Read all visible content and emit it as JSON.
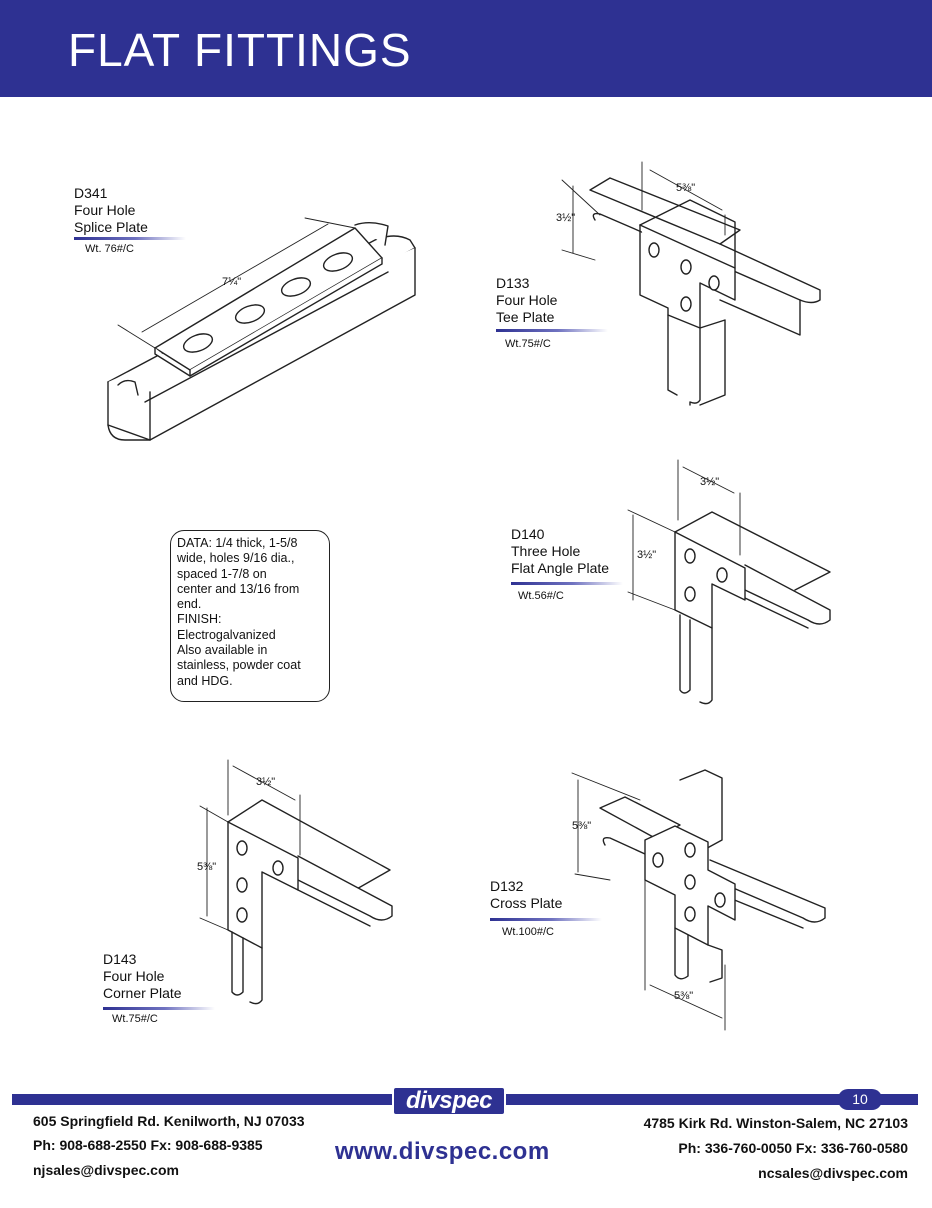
{
  "header": {
    "title": "FLAT FITTINGS"
  },
  "products": {
    "d341": {
      "code": "D341",
      "name_line1": "Four Hole",
      "name_line2": "Splice Plate",
      "weight": "Wt. 76#/C",
      "dim_length": "7¼\""
    },
    "d133": {
      "code": "D133",
      "name_line1": "Four Hole",
      "name_line2": "Tee Plate",
      "weight": "Wt.75#/C",
      "dim_width": "5⅜\"",
      "dim_height": "3½\""
    },
    "d140": {
      "code": "D140",
      "name_line1": "Three Hole",
      "name_line2": "Flat Angle Plate",
      "weight": "Wt.56#/C",
      "dim_width": "3½\"",
      "dim_height": "3½\""
    },
    "d143": {
      "code": "D143",
      "name_line1": "Four Hole",
      "name_line2": "Corner Plate",
      "weight": "Wt.75#/C",
      "dim_width": "3½\"",
      "dim_height": "5⅜\""
    },
    "d132": {
      "code": "D132",
      "name_line1": "Cross Plate",
      "weight": "Wt.100#/C",
      "dim_width": "5⅜\"",
      "dim_height": "5⅜\""
    }
  },
  "data_box": {
    "lines": [
      "DATA: 1/4 thick, 1-5/8",
      "wide, holes 9/16 dia.,",
      "spaced 1-7/8 on",
      "center and 13/16 from",
      "end.",
      "FINISH:",
      "Electrogalvanized",
      "Also available in",
      "stainless, powder coat",
      "and HDG."
    ]
  },
  "footer": {
    "logo_text": "divspec",
    "page_number": "10",
    "left": {
      "address": "605 Springfield Rd. Kenilworth, NJ 07033",
      "phone": "Ph: 908-688-2550 Fx: 908-688-9385",
      "email": "njsales@divspec.com"
    },
    "website": "www.divspec.com",
    "right": {
      "address": "4785 Kirk Rd. Winston-Salem, NC 27103",
      "phone": "Ph: 336-760-0050 Fx: 336-760-0580",
      "email": "ncsales@divspec.com"
    }
  },
  "colors": {
    "brand_blue": "#2e3192",
    "line": "#222222"
  }
}
